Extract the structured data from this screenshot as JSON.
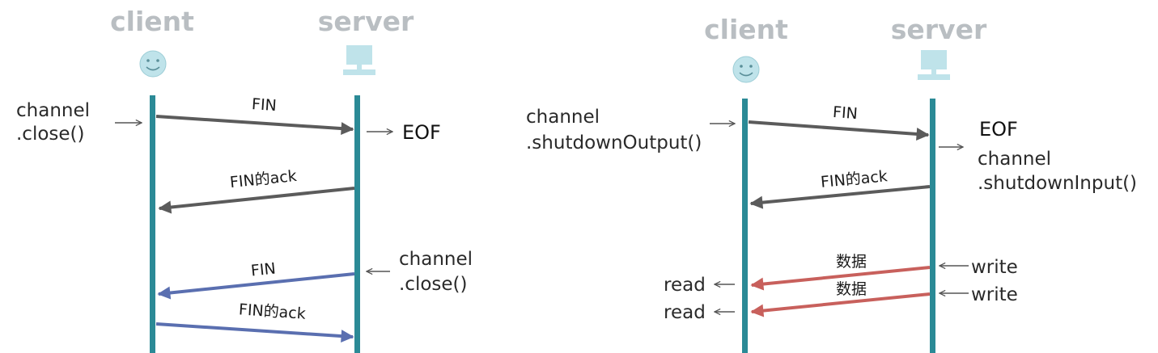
{
  "colors": {
    "lifeline": "#2b8a96",
    "gray_arrow": "#5b5b5b",
    "blue_arrow": "#5a6fb0",
    "red_arrow": "#c8605c",
    "actor_title": "#b9bec2",
    "icon_fill": "#bfe3ea",
    "small_arrow": "#555555"
  },
  "left": {
    "client_title": "client",
    "server_title": "server",
    "client_call_1": "channel",
    "client_call_2": ".close()",
    "server_eof": "EOF",
    "server_call_1": "channel",
    "server_call_2": ".close()",
    "messages": [
      "FIN",
      "FIN的ack",
      "FIN",
      "FIN的ack"
    ]
  },
  "right": {
    "client_title": "client",
    "server_title": "server",
    "client_call_1": "channel",
    "client_call_2": ".shutdownOutput()",
    "server_eof": "EOF",
    "server_call_1": "channel",
    "server_call_2": ".shutdownInput()",
    "messages": [
      "FIN",
      "FIN的ack",
      "数据",
      "数据"
    ],
    "writes": [
      "write",
      "write"
    ],
    "reads": [
      "read",
      "read"
    ]
  }
}
